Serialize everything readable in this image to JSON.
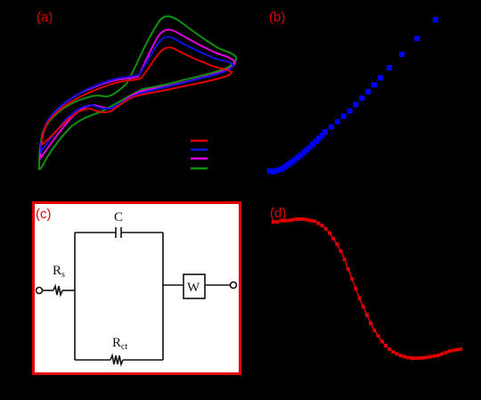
{
  "panels": {
    "a": {
      "label": "(a)"
    },
    "b": {
      "label": "(b)"
    },
    "c": {
      "label": "(c)"
    },
    "d": {
      "label": "(d)"
    }
  },
  "circuit": {
    "capacitor": "C",
    "rs_main": "R",
    "rs_sub": "s",
    "rct_main": "R",
    "rct_sub": "ct",
    "warburg": "W",
    "border_color": "#e00000"
  },
  "chart_data": [
    {
      "panel": "a",
      "type": "line",
      "title": "",
      "xlabel": "",
      "ylabel": "",
      "series_colors": [
        "#e00000",
        "#1010e0",
        "#e000e0",
        "#109010"
      ],
      "note": "Cyclic voltammograms, four nested curves; axes not shown"
    },
    {
      "panel": "b",
      "type": "scatter",
      "title": "",
      "color": "#0000ff",
      "x": [
        0,
        0.05,
        0.1,
        0.15,
        0.2,
        0.25,
        0.3,
        0.35,
        0.4,
        0.45,
        0.5,
        0.55,
        0.6,
        0.65,
        0.7,
        0.75,
        0.8,
        0.85,
        0.9,
        1.0,
        1.1,
        1.2,
        1.3,
        1.4,
        1.5,
        1.6,
        1.7,
        1.8,
        1.95,
        2.15,
        2.4,
        2.7
      ],
      "y": [
        0.02,
        0.0,
        0.02,
        0.04,
        0.06,
        0.1,
        0.14,
        0.18,
        0.22,
        0.27,
        0.31,
        0.36,
        0.41,
        0.46,
        0.52,
        0.57,
        0.63,
        0.68,
        0.75,
        0.84,
        0.94,
        1.04,
        1.14,
        1.26,
        1.38,
        1.5,
        1.63,
        1.76,
        1.95,
        2.2,
        2.5,
        2.85
      ]
    },
    {
      "panel": "d",
      "type": "line",
      "title": "",
      "color": "#e00000",
      "x": [
        0,
        0.02,
        0.04,
        0.06,
        0.08,
        0.1,
        0.12,
        0.14,
        0.16,
        0.18,
        0.2,
        0.22,
        0.24,
        0.26,
        0.28,
        0.3,
        0.32,
        0.34,
        0.36,
        0.38,
        0.4,
        0.42,
        0.44,
        0.46,
        0.48,
        0.5,
        0.52,
        0.54,
        0.56,
        0.58,
        0.6,
        0.62,
        0.64,
        0.66,
        0.68,
        0.7,
        0.72,
        0.74,
        0.76,
        0.78,
        0.8,
        0.82,
        0.84,
        0.86,
        0.88,
        0.9,
        0.92,
        0.94,
        0.96,
        0.98,
        1.0
      ],
      "y": [
        0.98,
        0.98,
        0.99,
        0.99,
        0.99,
        0.995,
        1.0,
        1.0,
        1.0,
        0.995,
        0.99,
        0.985,
        0.97,
        0.955,
        0.93,
        0.9,
        0.86,
        0.82,
        0.77,
        0.71,
        0.64,
        0.57,
        0.5,
        0.43,
        0.37,
        0.31,
        0.25,
        0.2,
        0.16,
        0.12,
        0.09,
        0.065,
        0.045,
        0.03,
        0.018,
        0.01,
        0.004,
        0.0,
        0.0,
        0.0,
        0.002,
        0.005,
        0.01,
        0.015,
        0.02,
        0.03,
        0.04,
        0.05,
        0.055,
        0.06,
        0.065
      ]
    }
  ]
}
